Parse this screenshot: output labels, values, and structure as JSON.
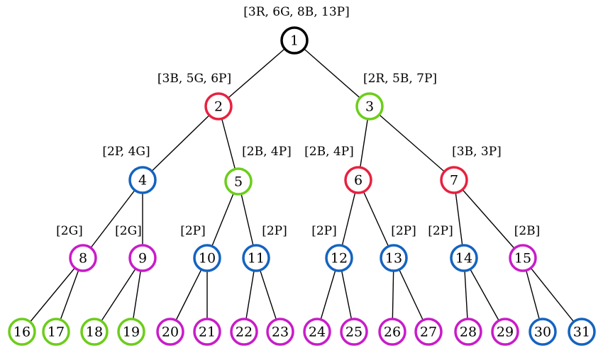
{
  "colors": {
    "black": "#000000",
    "red": "#e8213f",
    "green": "#6ccd1a",
    "blue": "#1463c0",
    "purple": "#c81cc8"
  },
  "tree": {
    "nodes": [
      {
        "id": 1,
        "label": "1",
        "color": "black",
        "annotation": "[3R, 6G, 8B, 13P]"
      },
      {
        "id": 2,
        "label": "2",
        "color": "red",
        "annotation": "[3B, 5G, 6P]"
      },
      {
        "id": 3,
        "label": "3",
        "color": "green",
        "annotation": "[2R, 5B, 7P]"
      },
      {
        "id": 4,
        "label": "4",
        "color": "blue",
        "annotation": "[2P, 4G]"
      },
      {
        "id": 5,
        "label": "5",
        "color": "green",
        "annotation": "[2B, 4P]"
      },
      {
        "id": 6,
        "label": "6",
        "color": "red",
        "annotation": "[2B, 4P]"
      },
      {
        "id": 7,
        "label": "7",
        "color": "red",
        "annotation": "[3B, 3P]"
      },
      {
        "id": 8,
        "label": "8",
        "color": "purple",
        "annotation": "[2G]"
      },
      {
        "id": 9,
        "label": "9",
        "color": "purple",
        "annotation": "[2G]"
      },
      {
        "id": 10,
        "label": "10",
        "color": "blue",
        "annotation": "[2P]"
      },
      {
        "id": 11,
        "label": "11",
        "color": "blue",
        "annotation": "[2P]"
      },
      {
        "id": 12,
        "label": "12",
        "color": "blue",
        "annotation": "[2P]"
      },
      {
        "id": 13,
        "label": "13",
        "color": "blue",
        "annotation": "[2P]"
      },
      {
        "id": 14,
        "label": "14",
        "color": "blue",
        "annotation": "[2P]"
      },
      {
        "id": 15,
        "label": "15",
        "color": "purple",
        "annotation": "[2B]"
      },
      {
        "id": 16,
        "label": "16",
        "color": "green",
        "annotation": ""
      },
      {
        "id": 17,
        "label": "17",
        "color": "green",
        "annotation": ""
      },
      {
        "id": 18,
        "label": "18",
        "color": "green",
        "annotation": ""
      },
      {
        "id": 19,
        "label": "19",
        "color": "green",
        "annotation": ""
      },
      {
        "id": 20,
        "label": "20",
        "color": "purple",
        "annotation": ""
      },
      {
        "id": 21,
        "label": "21",
        "color": "purple",
        "annotation": ""
      },
      {
        "id": 22,
        "label": "22",
        "color": "purple",
        "annotation": ""
      },
      {
        "id": 23,
        "label": "23",
        "color": "purple",
        "annotation": ""
      },
      {
        "id": 24,
        "label": "24",
        "color": "purple",
        "annotation": ""
      },
      {
        "id": 25,
        "label": "25",
        "color": "purple",
        "annotation": ""
      },
      {
        "id": 26,
        "label": "26",
        "color": "purple",
        "annotation": ""
      },
      {
        "id": 27,
        "label": "27",
        "color": "purple",
        "annotation": ""
      },
      {
        "id": 28,
        "label": "28",
        "color": "purple",
        "annotation": ""
      },
      {
        "id": 29,
        "label": "29",
        "color": "purple",
        "annotation": ""
      },
      {
        "id": 30,
        "label": "30",
        "color": "blue",
        "annotation": ""
      },
      {
        "id": 31,
        "label": "31",
        "color": "blue",
        "annotation": ""
      }
    ],
    "edges": [
      [
        1,
        2
      ],
      [
        1,
        3
      ],
      [
        2,
        4
      ],
      [
        2,
        5
      ],
      [
        3,
        6
      ],
      [
        3,
        7
      ],
      [
        4,
        8
      ],
      [
        4,
        9
      ],
      [
        5,
        10
      ],
      [
        5,
        11
      ],
      [
        6,
        12
      ],
      [
        6,
        13
      ],
      [
        7,
        14
      ],
      [
        7,
        15
      ],
      [
        8,
        16
      ],
      [
        8,
        17
      ],
      [
        9,
        18
      ],
      [
        9,
        19
      ],
      [
        10,
        20
      ],
      [
        10,
        21
      ],
      [
        11,
        22
      ],
      [
        11,
        23
      ],
      [
        12,
        24
      ],
      [
        12,
        25
      ],
      [
        13,
        26
      ],
      [
        13,
        27
      ],
      [
        14,
        28
      ],
      [
        14,
        29
      ],
      [
        15,
        30
      ],
      [
        15,
        31
      ]
    ]
  }
}
